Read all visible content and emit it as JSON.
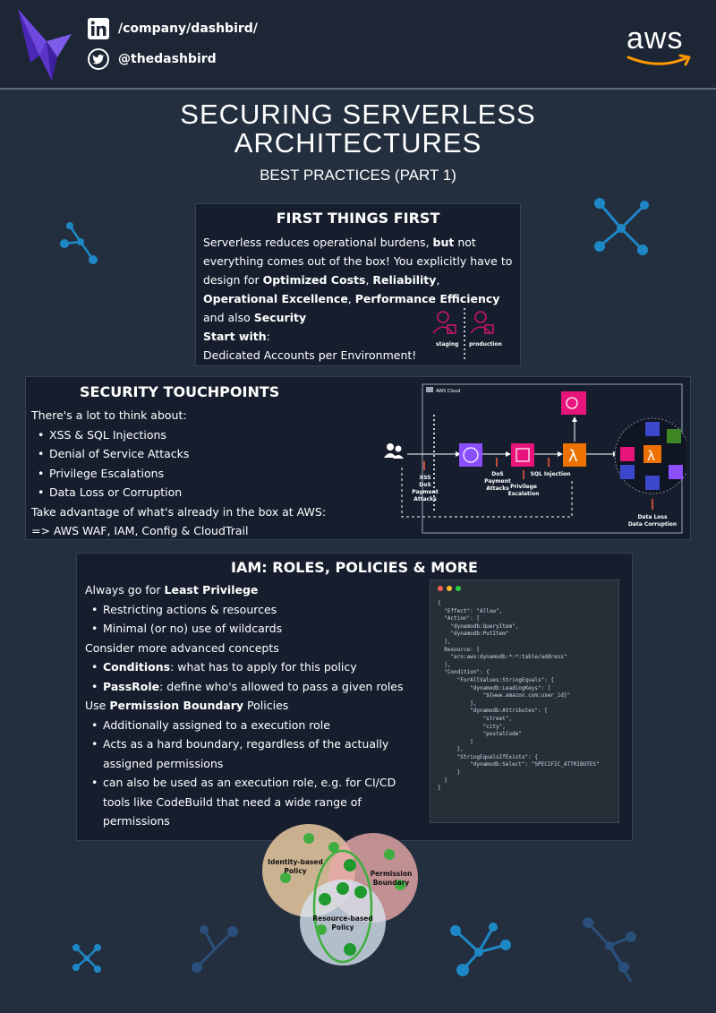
{
  "header": {
    "linkedin_handle": "/company/dashbird/",
    "twitter_handle": "@thedashbird",
    "aws_logo_text": "aws"
  },
  "title_line1": "SECURING SERVERLESS",
  "title_line2": "ARCHITECTURES",
  "subtitle": "BEST PRACTICES (PART 1)",
  "first_things": {
    "title": "FIRST THINGS FIRST",
    "p1": "Serverless reduces operational burdens, ",
    "p1_bold": "but",
    "p2": " not everything comes out of the box! You explicitly have to design for ",
    "b1": "Optimized Costs",
    "s1": ", ",
    "b2": "Reliability",
    "s2": ", ",
    "b3": "Operational Excellence",
    "s3": ", ",
    "b4": "Performance Efficiency",
    "s4": " and also ",
    "b5": "Security",
    "start_label": "Start with",
    "start_colon": ":",
    "start_text": "Dedicated Accounts per Environment!",
    "env_staging": "staging",
    "env_production": "production"
  },
  "touchpoints": {
    "title": "SECURITY TOUCHPOINTS",
    "intro": "There's a lot to think about:",
    "items": [
      "XSS & SQL Injections",
      "Denial of Service Attacks",
      "Privilege Escalations",
      "Data Loss or Corruption"
    ],
    "advantage": "Take advantage of what's already in the box at AWS:",
    "services": "=> AWS WAF, IAM, Config & CloudTrail",
    "diagram": {
      "cloud_label": "AWS Cloud",
      "label_xss": "XSS",
      "label_dos": "DoS",
      "label_payment": "Payment",
      "label_attacks": "Attacks",
      "label_dos2": "DoS",
      "label_payment2": "Payment",
      "label_attacks2": "Attacks",
      "label_priv1": "Privilege",
      "label_priv2": "Escalation",
      "label_sql": "SQL Injection",
      "label_loss1": "Data Loss",
      "label_loss2": "Data Corruption"
    }
  },
  "iam": {
    "title": "IAM: ROLES, POLICIES & MORE",
    "l1a": "Always go for ",
    "l1b": "Least Privilege",
    "least_items": [
      "Restricting actions & resources",
      "Minimal (or no) use of wildcards"
    ],
    "l2": "Consider more advanced concepts",
    "adv1b": "Conditions",
    "adv1": ": what has to apply for this policy",
    "adv2b": "PassRole",
    "adv2": ": define who's allowed to pass a given roles",
    "l3a": "Use ",
    "l3b": "Permission Boundary",
    "l3c": " Policies",
    "pb1": "Additionally assigned to a execution role",
    "pb2": "Acts as a hard boundary, regardless of the actually assigned permissions",
    "pb3": "can also be used as an execution role, e.g. for CI/CD tools like CodeBuild that need a wide range of permissions"
  },
  "code": {
    "dot_colors": [
      "#ff5f57",
      "#febc2e",
      "#28c840"
    ],
    "lines": [
      "{",
      "  \"Effect\": \"Allow\",",
      "  \"Action\": [",
      "    \"dynamodb:QueryItem\",",
      "    \"dynamodb:PutItem\"",
      "  ],",
      "  Resource: [",
      "    \"arn:aws:dynamodb:*:*:table/address\"",
      "  ],",
      "  \"Condition\": {",
      "      \"ForAllValues:StringEquals\": {",
      "          \"dynamodb:LeadingKeys\": [",
      "              \"${www.amazon.com:user_id}\"",
      "          ],",
      "          \"dynamodb:Attributes\": [",
      "              \"street\",",
      "              \"city\",",
      "              \"postalCode\"",
      "          ]",
      "      },",
      "      \"StringEqualsIfExists\": {",
      "          \"dynamodb:Select\": \"SPECIFIC_ATTRIBUTES\"",
      "      }",
      "  }",
      "}"
    ]
  },
  "venn": {
    "identity1": "Identity-based",
    "identity2": "Policy",
    "perm1": "Permission",
    "perm2": "Boundary",
    "res1": "Resource-based",
    "res2": "Policy"
  },
  "colors": {
    "background": "#232f3e",
    "card": "#161e2e",
    "accent_purple": "#5b35c9",
    "aws_orange": "#ff9900",
    "deco_blue": "#1e88c7"
  }
}
